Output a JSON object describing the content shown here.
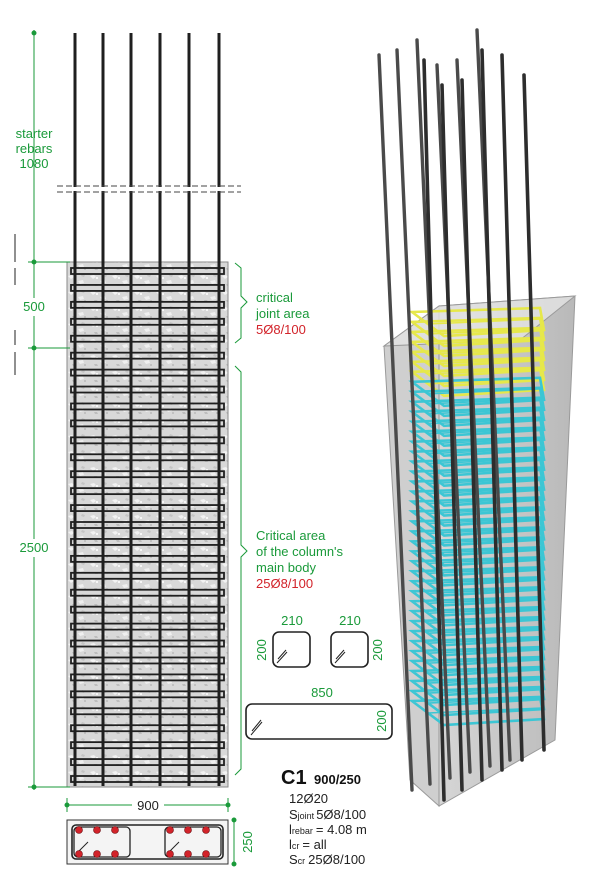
{
  "colors": {
    "dimension": "#1a9a3a",
    "spec_red": "#d2232a",
    "concrete": "#d9d9d9",
    "rebar": "#3a3a3a",
    "hoop_critical_joint": "#e6e84a",
    "hoop_main_body": "#3cc6d4",
    "column_3d": "#c9c9c9"
  },
  "elevation": {
    "starter_label": [
      "starter",
      "rebars",
      "1080"
    ],
    "joint_dim": "500",
    "body_dim": "2500",
    "width_dim": "900",
    "section_depth_dim": "250",
    "critical_joint": {
      "lines": [
        "critical",
        "joint area"
      ],
      "spacing": "5Ø8/100"
    },
    "critical_body": {
      "lines": [
        "Critical area",
        "of the column's",
        "main body"
      ],
      "spacing": "25Ø8/100"
    }
  },
  "stirrups": {
    "small_a": {
      "width": "210",
      "height": "200"
    },
    "small_b": {
      "width": "210",
      "height": "200"
    },
    "long": {
      "width": "850",
      "height": "200"
    }
  },
  "spec": {
    "name": "C1",
    "size": "900/250",
    "main_rebars": "12Ø20",
    "joint_label": "S",
    "joint_sub": "joint",
    "joint_value": "5Ø8/100",
    "rebar_label": "l",
    "rebar_sub": "rebar",
    "rebar_value": "= 4.08 m",
    "lcr_label": "l",
    "lcr_sub": "cr",
    "lcr_value": "= all",
    "scr_label": "S",
    "scr_sub": "cr",
    "scr_value": "25Ø8/100"
  }
}
